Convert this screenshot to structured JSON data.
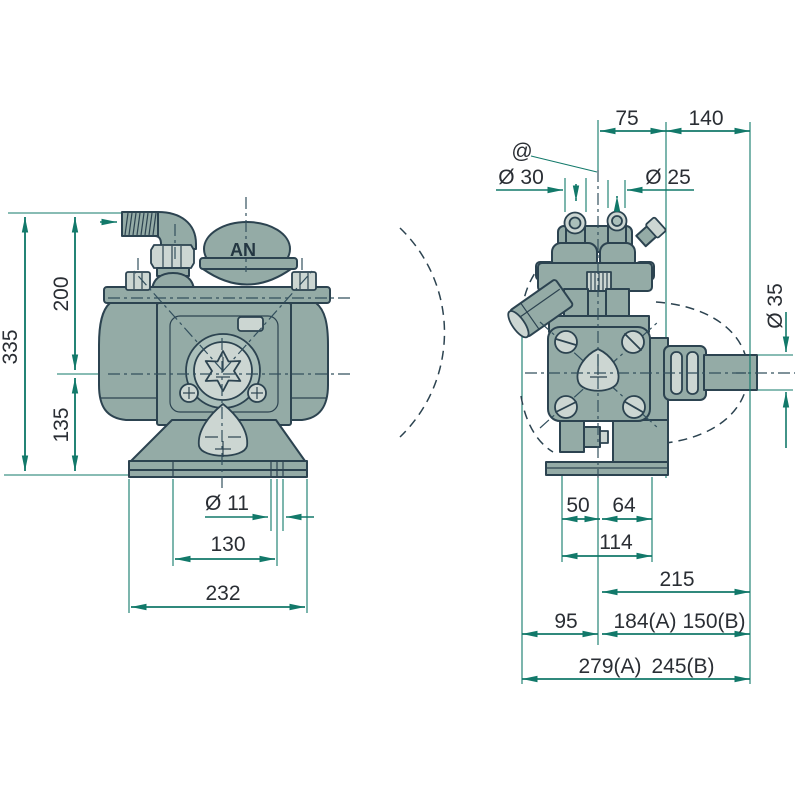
{
  "drawing": {
    "type": "pump technical dimension drawing",
    "colors": {
      "dimension_line": "#12796a",
      "dimension_text": "#2a2e34",
      "outline": "#2c4350",
      "body_fill": "#94aba6",
      "body_light": "#ccd6d2",
      "body_mid": "#aabfba",
      "background": "#ffffff"
    },
    "front_view": {
      "chamber_label": "AN",
      "dims": {
        "overall_height": "335",
        "upper_height": "200",
        "lower_height": "135",
        "mount_hole_diameter": "Ø 11",
        "mount_hole_spacing": "130",
        "overall_width": "232"
      }
    },
    "side_view": {
      "dims": {
        "port_to_bracket": "75",
        "bracket_to_shaft_end": "140",
        "callout_at": "@",
        "inlet_diameter": "Ø 30",
        "outlet_diameter": "Ø 25",
        "shaft_diameter": "Ø 35",
        "center_to_left_hole": "50",
        "center_to_face": "64",
        "hole_span": "114",
        "center_to_shaft_end": "215",
        "left_overhang": "95",
        "width_a": "184(A)",
        "width_b": "150(B)",
        "total_a": "279(A)",
        "total_b": "245(B)"
      }
    }
  }
}
